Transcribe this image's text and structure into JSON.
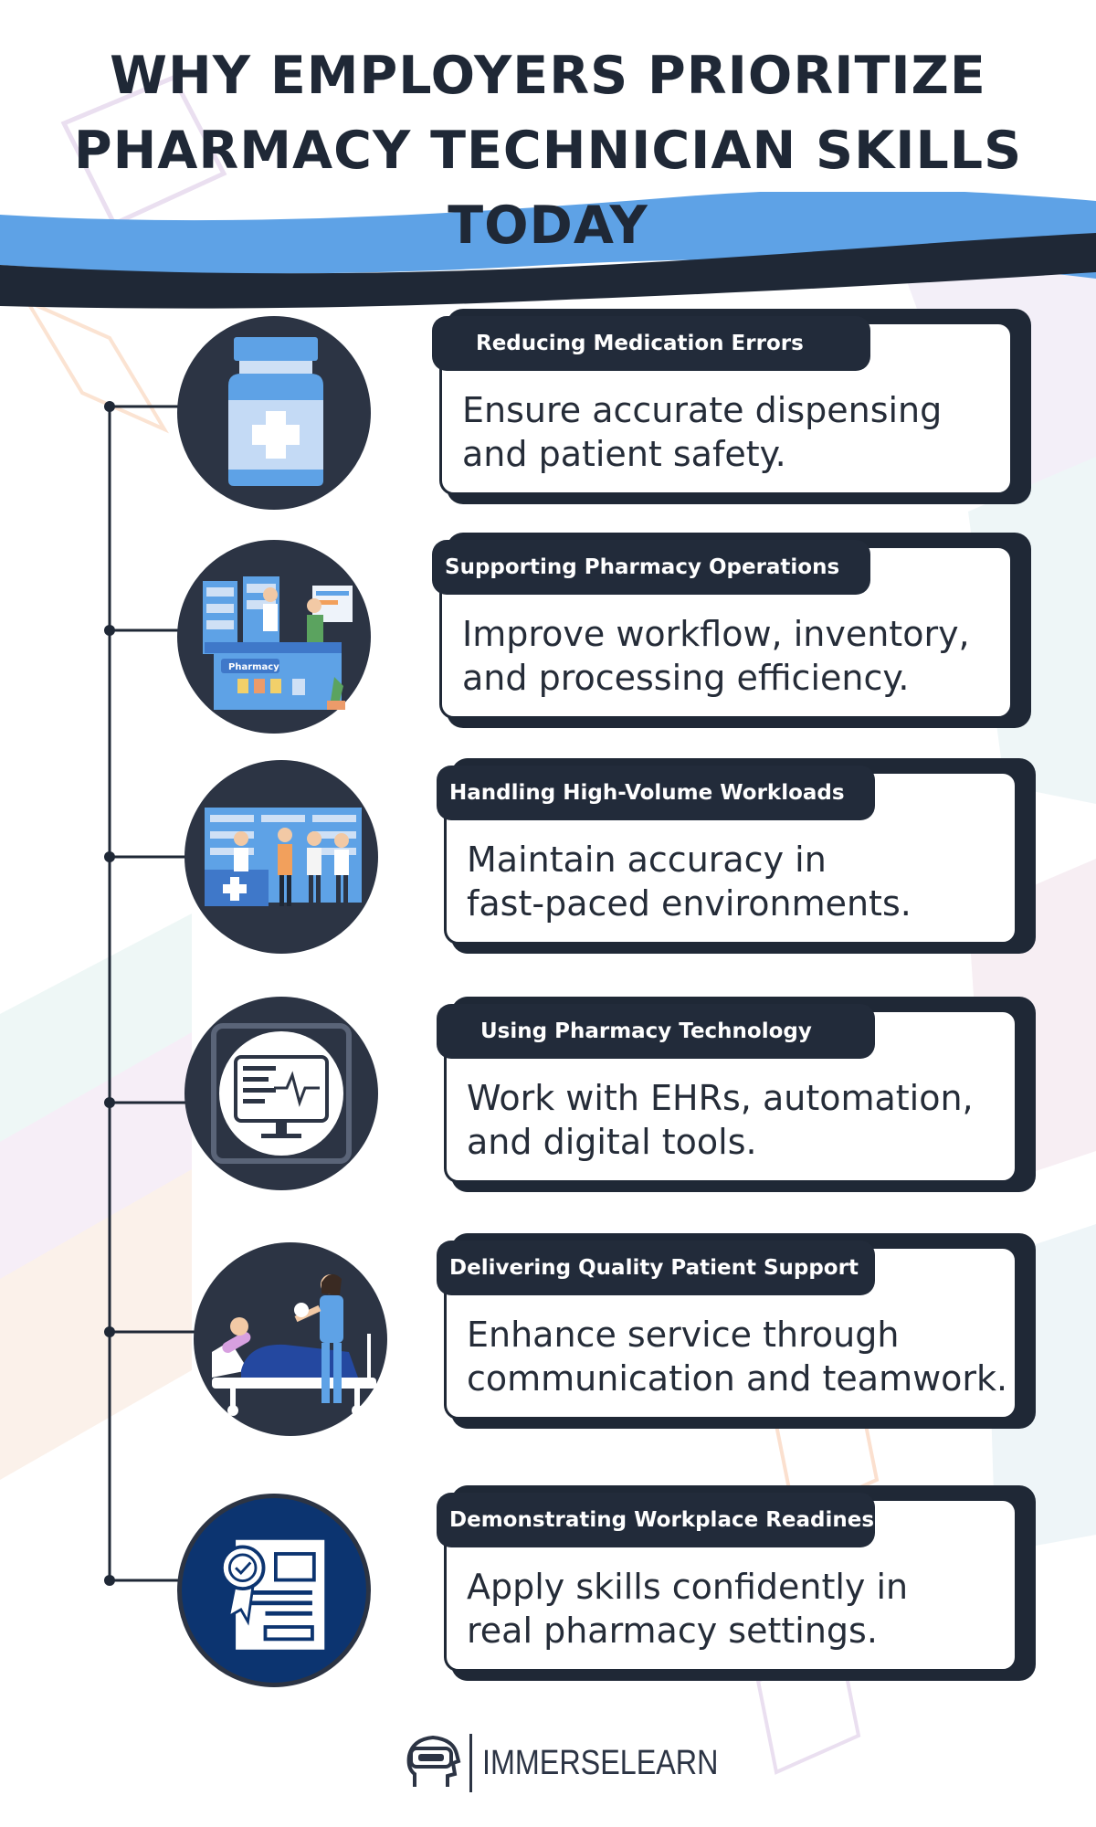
{
  "title_lines": [
    "WHY EMPLOYERS PRIORITIZE",
    "PHARMACY TECHNICIAN SKILLS TODAY"
  ],
  "colors": {
    "dark": "#1f2836",
    "circle": "#2c3444",
    "wave_blue": "#5ea2e6",
    "navy": "#0c3470",
    "white": "#ffffff"
  },
  "items": [
    {
      "icon": "medicine-bottle-icon",
      "heading": "Reducing Medication Errors",
      "desc_lines": [
        "Ensure accurate dispensing",
        "and patient safety."
      ]
    },
    {
      "icon": "pharmacy-counter-icon",
      "heading": "Supporting Pharmacy Operations",
      "desc_lines": [
        " Improve workflow, inventory,",
        "and processing efficiency."
      ],
      "pharmacy_sign": "Pharmacy"
    },
    {
      "icon": "busy-pharmacy-icon",
      "heading": "Handling High-Volume Workloads",
      "desc_lines": [
        " Maintain accuracy in",
        "fast-paced environments."
      ]
    },
    {
      "icon": "monitor-heartbeat-icon",
      "heading": "Using Pharmacy Technology",
      "desc_lines": [
        "Work with EHRs, automation,",
        "and digital tools."
      ]
    },
    {
      "icon": "patient-care-icon",
      "heading": "Delivering Quality Patient Support",
      "desc_lines": [
        "Enhance service through",
        "communication and teamwork."
      ]
    },
    {
      "icon": "certificate-icon",
      "heading": "Demonstrating Workplace Readiness",
      "desc_lines": [
        "Apply skills confidently in",
        "real pharmacy settings."
      ]
    }
  ],
  "logo": {
    "text": "IMMERSELEARN",
    "icon": "vr-headset-head-icon"
  }
}
